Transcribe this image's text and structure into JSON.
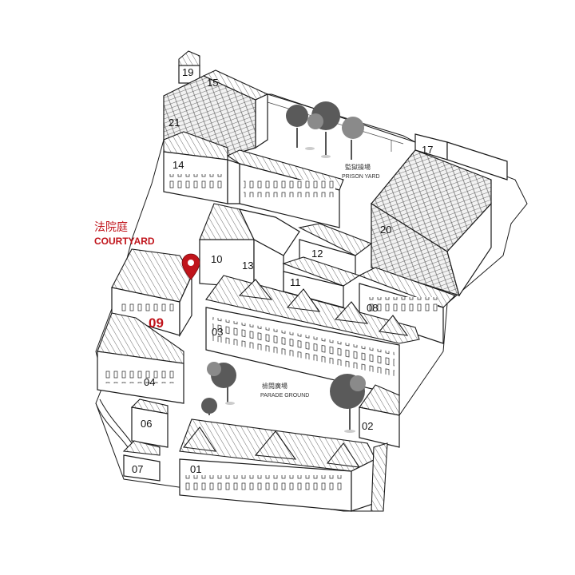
{
  "map": {
    "highlight": {
      "label_cjk": "法院庭",
      "label_en": "COURTYARD",
      "number": "09",
      "color": "#c0141b"
    },
    "yards": [
      {
        "id": "prison-yard",
        "label_cjk": "監獄操場",
        "label_en": "PRISON YARD"
      },
      {
        "id": "parade-ground",
        "label_cjk": "檢閱廣場",
        "label_en": "PARADE GROUND"
      }
    ],
    "buildings": [
      "01",
      "02",
      "03",
      "04",
      "06",
      "07",
      "08",
      "10",
      "11",
      "12",
      "13",
      "14",
      "15",
      "17",
      "19",
      "20",
      "21"
    ],
    "marker_icon": "location-pin-icon"
  }
}
